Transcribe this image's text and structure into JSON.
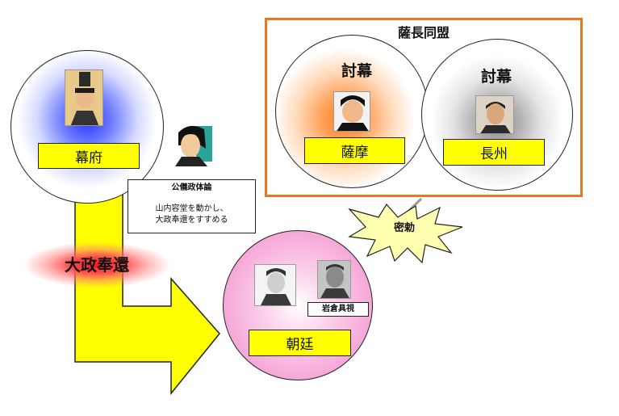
{
  "alliance": {
    "title": "薩長同盟",
    "border_color": "#e87722"
  },
  "nodes": {
    "bakufu": {
      "label": "幕府",
      "glow": "#3344ff"
    },
    "satsuma": {
      "label": "薩摩",
      "heading": "討幕",
      "glow": "#ff8a30"
    },
    "choshu": {
      "label": "長州",
      "heading": "討幕",
      "glow": "#8a8a8a"
    },
    "chotei": {
      "label": "朝廷",
      "fill": "#f6a8d8"
    }
  },
  "note": {
    "title": "公儀政体論",
    "line1": "山内容堂を動かし、",
    "line2": "大政奉還をすすめる"
  },
  "secret": {
    "label": "密勅"
  },
  "return": {
    "label": "大政奉還",
    "glow": "#ff1a1a"
  },
  "iwakura": {
    "label": "岩倉具視"
  },
  "colors": {
    "yellow": "#ffff00",
    "line": "#222222"
  },
  "icons": [
    "portrait-bakufu",
    "portrait-advisor",
    "portrait-satsuma",
    "portrait-choshu",
    "portrait-court-noble",
    "portrait-iwakura"
  ]
}
